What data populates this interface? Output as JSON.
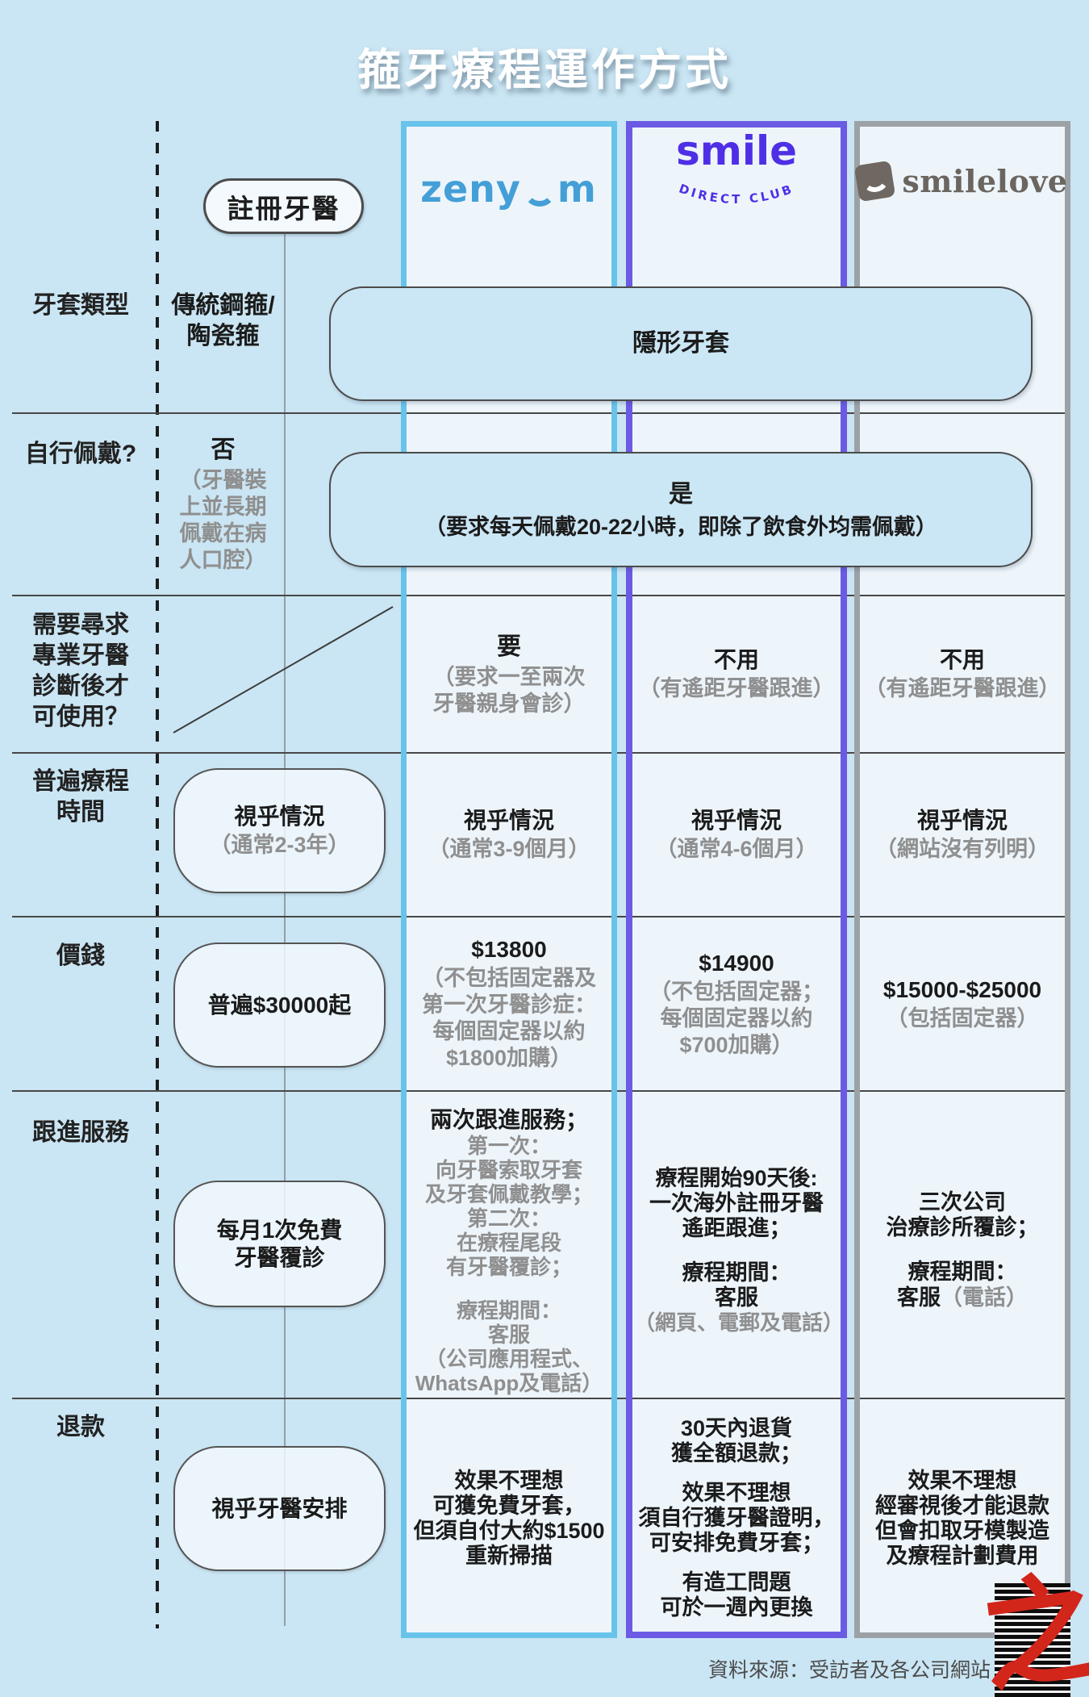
{
  "title": "箍牙療程運作方式",
  "colors": {
    "background": "#cae5f3",
    "column_fill": "#edf5fb",
    "zenyum_blue": "#449fd6",
    "zenyum_border": "#68c3ea",
    "sdc_purple": "#4e2fe6",
    "sdc_border": "#6a5ae4",
    "smilelove_gray": "#6b6560",
    "smilelove_border": "#9ca1a6",
    "logo_red": "#d2261b"
  },
  "header": {
    "dentist_label": "註冊牙醫",
    "zenyum": {
      "name": "zenyum",
      "wordmark_pre": "zeny",
      "wordmark_post": "m"
    },
    "sdc": {
      "wordmark": "smile",
      "subtext": "DIRECT CLUB"
    },
    "smilelove": {
      "wordmark": "smilelove"
    }
  },
  "rows": {
    "type": {
      "label": "牙套類型",
      "dentist": "傳統鋼箍/\n陶瓷箍",
      "shared": "隱形牙套"
    },
    "self_wear": {
      "label": "自行佩戴?",
      "dentist_main": "否",
      "dentist_sub": "（牙醫裝\n上並長期\n佩戴在病\n人口腔）",
      "shared_main": "是",
      "shared_sub": "（要求每天佩戴20-22小時，即除了飲食外均需佩戴）"
    },
    "diagnosis": {
      "label": "需要尋求\n專業牙醫\n診斷後才\n可使用？",
      "zenyum_main": "要",
      "zenyum_sub": "（要求一至兩次\n牙醫親身會診）",
      "sdc_main": "不用",
      "sdc_sub": "（有遙距牙醫跟進）",
      "smilelove_main": "不用",
      "smilelove_sub": "（有遙距牙醫跟進）"
    },
    "duration": {
      "label": "普遍療程\n時間",
      "dentist_main": "視乎情況",
      "dentist_sub": "（通常2-3年）",
      "zenyum_main": "視乎情況",
      "zenyum_sub": "（通常3-9個月）",
      "sdc_main": "視乎情況",
      "sdc_sub": "（通常4-6個月）",
      "smilelove_main": "視乎情況",
      "smilelove_sub": "（網站沒有列明）"
    },
    "price": {
      "label": "價錢",
      "dentist": "普遍$30000起",
      "zenyum_main": "$13800",
      "zenyum_sub": "（不包括固定器及\n第一次牙醫診症：\n每個固定器以約\n$1800加購）",
      "sdc_main": "$14900",
      "sdc_sub": "（不包括固定器；\n每個固定器以約\n$700加購）",
      "smilelove_main": "$15000-$25000",
      "smilelove_sub": "（包括固定器）"
    },
    "followup": {
      "label": "跟進服務",
      "dentist": "每月1次免費\n牙醫覆診",
      "zenyum_main": "兩次跟進服務；",
      "zenyum_sub1": "第一次：\n向牙醫索取牙套\n及牙套佩戴教學；\n第二次：\n在療程尾段\n有牙醫覆診；",
      "zenyum_sub2": "療程期間：\n客服\n（公司應用程式、\nWhatsApp及電話）",
      "sdc_main": "療程開始90天後:\n一次海外註冊牙醫\n遙距跟進；",
      "sdc_period": "療程期間：\n客服",
      "sdc_sub": "（網頁、電郵及電話）",
      "smilelove_main": "三次公司\n治療診所覆診；",
      "smilelove_period": "療程期間：",
      "smilelove_service": "客服",
      "smilelove_service_sub": "（電話）"
    },
    "refund": {
      "label": "退款",
      "dentist": "視乎牙醫安排",
      "zenyum": "效果不理想\n可獲免費牙套，\n但須自付大約$1500\n重新掃描",
      "sdc_1": "30天內退貨\n獲全額退款；",
      "sdc_2": "效果不理想\n須自行獲牙醫證明，\n可安排免費牙套；",
      "sdc_3": "有造工問題\n可於一週內更換",
      "smilelove": "效果不理想\n經審視後才能退款\n但會扣取牙模製造\n及療程計劃費用"
    }
  },
  "footer": {
    "source": "資料來源：受訪者及各公司網站",
    "logo_char": "之"
  }
}
